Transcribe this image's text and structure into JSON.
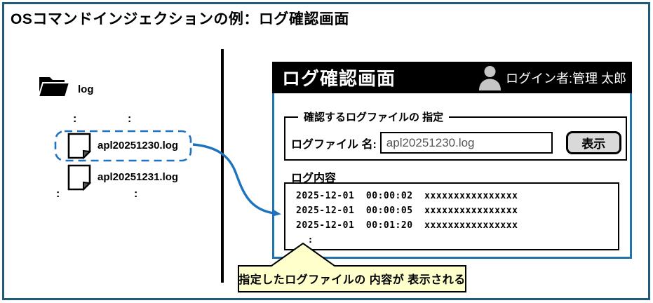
{
  "title": "OSコマンドインジェクションの例：ログ確認画面",
  "file_tree": {
    "folder_label": "log",
    "ellipsis": ":",
    "files": [
      {
        "name": "apl20251230.log",
        "highlighted": true
      },
      {
        "name": "apl20251231.log",
        "highlighted": false
      }
    ]
  },
  "screen": {
    "title": "ログ確認画面",
    "login_user": "ログイン者:管理 太郎",
    "fieldset": {
      "legend": "確認するログファイルの 指定",
      "file_label": "ログファイル 名:",
      "file_input_value": "apl20251230.log",
      "show_button": "表示"
    },
    "log_section": {
      "label": "ログ内容",
      "lines": [
        "2025-12-01  00:00:02  xxxxxxxxxxxxxxxx",
        "2025-12-01  00:00:05  xxxxxxxxxxxxxxxx",
        "2025-12-01  00:01:20  xxxxxxxxxxxxxxxx",
        "  :"
      ]
    }
  },
  "callout": {
    "text": "指定したログファイルの 内容が 表示される"
  },
  "icons": {
    "folder": "folder-icon",
    "file": "file-icon",
    "user": "user-icon",
    "arrow": "curved-arrow-icon"
  },
  "colors": {
    "frame_border": "#1E5C7A",
    "screen_border": "#2074AD",
    "accent_blue": "#1E73BE",
    "header_bg": "#000000",
    "button_bg": "#D9D9D9",
    "callout_bg": "#FFFFCC",
    "avatar_gray": "#C6C6C6"
  }
}
